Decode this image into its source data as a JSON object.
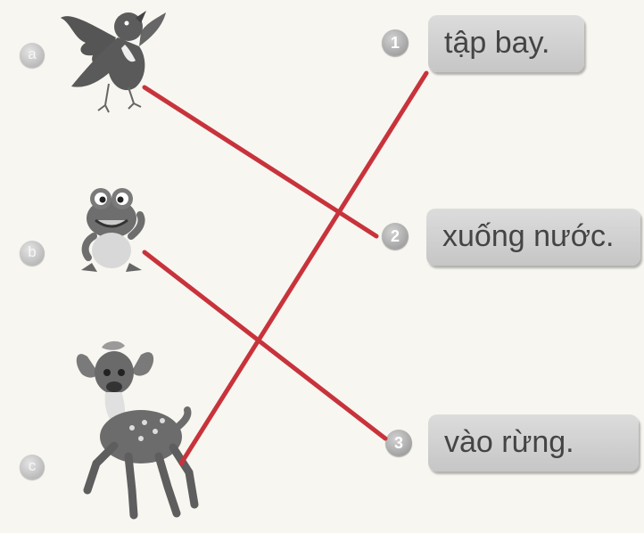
{
  "left_items": [
    {
      "letter": "a",
      "picture": "bird-icon"
    },
    {
      "letter": "b",
      "picture": "frog-icon"
    },
    {
      "letter": "c",
      "picture": "deer-icon"
    }
  ],
  "right_items": [
    {
      "number": "1",
      "text": "tập bay."
    },
    {
      "number": "2",
      "text": "xuống nước."
    },
    {
      "number": "3",
      "text": "vào rừng."
    }
  ],
  "matches": [
    {
      "from": "a",
      "to": "2"
    },
    {
      "from": "b",
      "to": "3"
    },
    {
      "from": "c",
      "to": "1"
    }
  ],
  "colors": {
    "line": "#c8333b",
    "box": "#d2d2d2",
    "badge": "#9e9e9e"
  }
}
